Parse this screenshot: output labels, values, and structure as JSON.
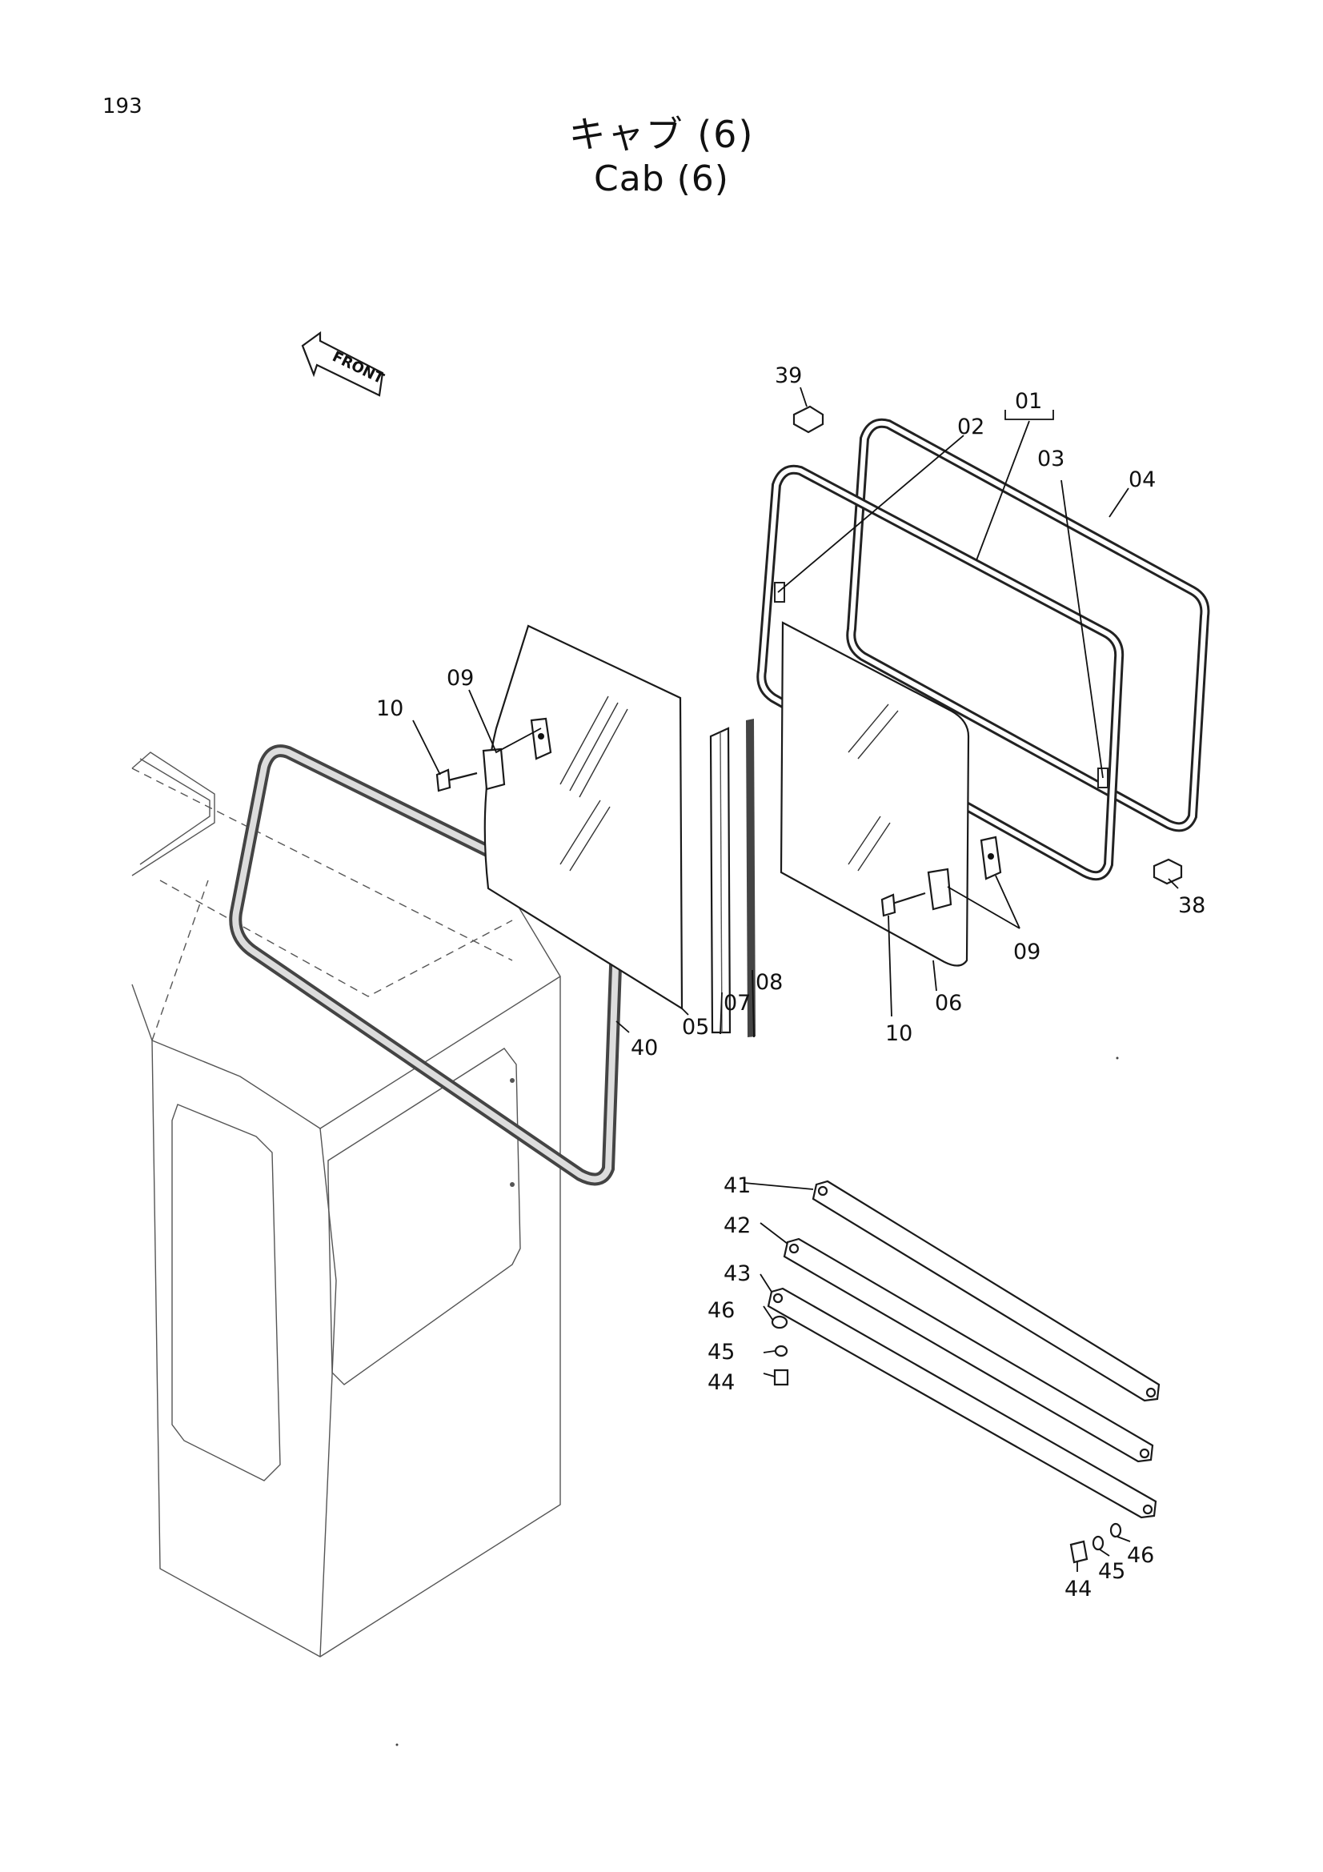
{
  "page": {
    "number": "193",
    "title_jp": "キャブ (6)",
    "title_en": "Cab (6)"
  },
  "front_arrow": {
    "text": "FRONT"
  },
  "labels": {
    "p01": "01",
    "p02": "02",
    "p03": "03",
    "p04": "04",
    "p05": "05",
    "p06": "06",
    "p07": "07",
    "p08": "08",
    "p09a": "09",
    "p09b": "09",
    "p10a": "10",
    "p10b": "10",
    "p38": "38",
    "p39": "39",
    "p40": "40",
    "p41": "41",
    "p42": "42",
    "p43": "43",
    "p44a": "44",
    "p45a": "45",
    "p46a": "46",
    "p44b": "44",
    "p45b": "45",
    "p46b": "46"
  }
}
